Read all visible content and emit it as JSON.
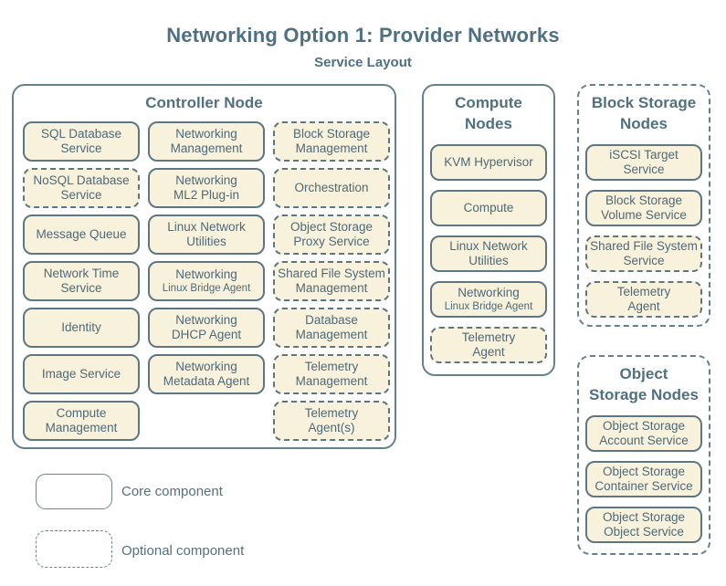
{
  "title": "Networking Option 1: Provider Networks",
  "subtitle": "Service Layout",
  "colors": {
    "background": "#ffffff",
    "box_fill": "#f8f2dc",
    "box_border": "#5d7683",
    "group_border": "#64808e",
    "text": "#4e6977",
    "title_text": "#4f7080"
  },
  "groups": {
    "controller": {
      "title": "Controller Node",
      "boxes": [
        {
          "label": "SQL Database\nService",
          "type": "core"
        },
        {
          "label": "Networking\nManagement",
          "type": "core"
        },
        {
          "label": "Block Storage\nManagement",
          "type": "optional"
        },
        {
          "label": "NoSQL Database\nService",
          "type": "optional"
        },
        {
          "label": "Networking\nML2 Plug-in",
          "type": "core"
        },
        {
          "label": "Orchestration",
          "type": "optional"
        },
        {
          "label": "Message Queue",
          "type": "core"
        },
        {
          "label": "Linux Network\nUtilities",
          "type": "core"
        },
        {
          "label": "Object Storage\nProxy Service",
          "type": "optional"
        },
        {
          "label": "Network Time\nService",
          "type": "core"
        },
        {
          "label": "Networking",
          "sub": "Linux Bridge Agent",
          "type": "core"
        },
        {
          "label": "Shared File System\nManagement",
          "type": "optional"
        },
        {
          "label": "Identity",
          "type": "core"
        },
        {
          "label": "Networking\nDHCP Agent",
          "type": "core"
        },
        {
          "label": "Database\nManagement",
          "type": "optional"
        },
        {
          "label": "Image Service",
          "type": "core"
        },
        {
          "label": "Networking\nMetadata Agent",
          "type": "core"
        },
        {
          "label": "Telemetry\nManagement",
          "type": "optional"
        },
        {
          "label": "Compute\nManagement",
          "type": "core"
        },
        {
          "label": "Telemetry\nAgent(s)",
          "type": "optional"
        }
      ]
    },
    "compute": {
      "title": "Compute\nNodes",
      "boxes": [
        {
          "label": "KVM Hypervisor",
          "type": "core"
        },
        {
          "label": "Compute",
          "type": "core"
        },
        {
          "label": "Linux Network\nUtilities",
          "type": "core"
        },
        {
          "label": "Networking",
          "sub": "Linux Bridge Agent",
          "type": "core"
        },
        {
          "label": "Telemetry\nAgent",
          "type": "optional"
        }
      ]
    },
    "block_storage": {
      "title": "Block Storage\nNodes",
      "boxes": [
        {
          "label": "iSCSI Target\nService",
          "type": "core"
        },
        {
          "label": "Block Storage\nVolume Service",
          "type": "core"
        },
        {
          "label": "Shared File System\nService",
          "type": "optional"
        },
        {
          "label": "Telemetry\nAgent",
          "type": "optional"
        }
      ]
    },
    "object_storage": {
      "title": "Object\nStorage Nodes",
      "boxes": [
        {
          "label": "Object Storage\nAccount Service",
          "type": "core"
        },
        {
          "label": "Object Storage\nContainer Service",
          "type": "core"
        },
        {
          "label": "Object Storage\nObject Service",
          "type": "core"
        }
      ]
    }
  },
  "legend": {
    "core_label": "Core component",
    "optional_label": "Optional component"
  }
}
